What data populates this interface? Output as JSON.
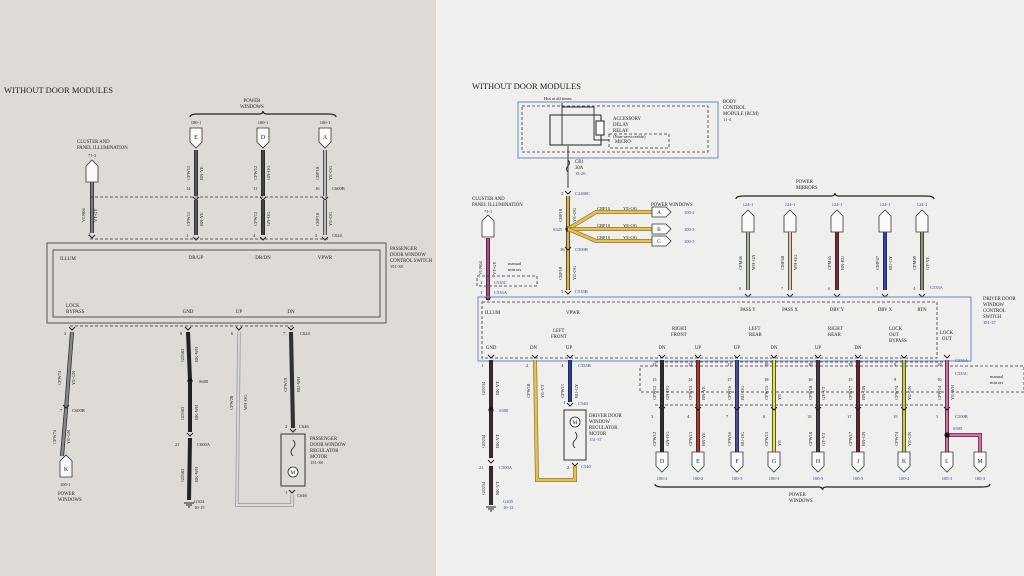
{
  "left_page": {
    "title": "WITHOUT DOOR MODULES",
    "cluster": {
      "label1": "CLUSTER AND",
      "label2": "PANEL ILLUMINATION",
      "ref": "71-3"
    },
    "power_windows_top": {
      "label1": "POWER",
      "label2": "WINDOWS"
    },
    "connectors_top": [
      {
        "letter": "E",
        "ref": "100-1",
        "upper_circuit": "CPW11",
        "upper_color": "BN-YE",
        "upper_pin": "14",
        "lower_circuit": "CPW11",
        "lower_color": "BN-YE",
        "lower_pin": "1",
        "switch_pin": "DR/UP"
      },
      {
        "letter": "D",
        "ref": "100-1",
        "upper_circuit": "CPW12",
        "upper_color": "GN-OG",
        "upper_pin": "11",
        "lower_circuit": "CPW12",
        "lower_color": "GN-OG",
        "lower_pin": "4",
        "switch_pin": "DR/DN"
      },
      {
        "letter": "A",
        "ref": "100-1",
        "upper_circuit": "CBP10",
        "upper_color": "YE-OG",
        "upper_pin": "16",
        "lower_circuit": "CBP10",
        "lower_color": "YE-OG",
        "lower_pin": "5",
        "switch_pin": "VPWR"
      }
    ],
    "upper_connector": "C600B",
    "switch_connector": "C624",
    "illum": {
      "circuit": "VLN04",
      "color": "VT-GY",
      "pin": "2",
      "switch_pin": "ILLUM"
    },
    "switch": {
      "name1": "PASSENGER",
      "name2": "DOOR WINDOW",
      "name3": "CONTROL SWITCH",
      "ref": "151-38"
    },
    "bottom_pins": [
      {
        "name": "LOCK",
        "name2": "BYPASS",
        "pin": "3"
      },
      {
        "name": "GND",
        "pin": "8"
      },
      {
        "name": "UP",
        "pin": "6"
      },
      {
        "name": "DN",
        "pin": "7"
      }
    ],
    "lock": {
      "circuit": "CPW74",
      "color": "YE-GN",
      "pin_mid": "7",
      "connector_mid": "C600B",
      "letter": "K",
      "ref": "100-1",
      "label1": "POWER",
      "label2": "WINDOWS"
    },
    "ground": {
      "circuit": "GD383",
      "color": "BK-WH",
      "splice": "S600",
      "pin": "21",
      "connector": "C600A",
      "ground": "G304",
      "ref": "10-15"
    },
    "up_wire": {
      "circuit": "CPW20",
      "color": "WH-OG"
    },
    "dn_wire": {
      "circuit": "CPW19",
      "color": "BU-WH"
    },
    "motor": {
      "name1": "PASSENGER",
      "name2": "DOOR WINDOW",
      "name3": "REGULATOR",
      "name4": "MOTOR",
      "ref": "151-38",
      "pin_top": "2",
      "pin_bottom": "1",
      "connector": "C646",
      "symbol": "M"
    }
  },
  "right_page": {
    "title": "WITHOUT DOOR MODULES",
    "bcm": {
      "hot": "Hot at all times",
      "relay1": "ACCESSORY",
      "relay2": "DELAY",
      "relay3": "RELAY",
      "relay4": "(Non-serviceable)",
      "micro": "MICRO",
      "cb1": "CB1",
      "cb2": "30A",
      "cb_ref": "13-26",
      "name1": "BODY",
      "name2": "CONTROL",
      "name3": "MODULE (BCM)",
      "ref": "11-4",
      "pin": "3",
      "connector": "C2280C"
    },
    "cluster": {
      "label1": "CLUSTER AND",
      "label2": "PANEL ILLUMINATION",
      "ref": "71-3",
      "circuit": "VLN04",
      "color": "VT-GY",
      "manual1": "manual",
      "manual2": "mirrors",
      "pin1": "1",
      "conn1": "C535C",
      "pin2": "1",
      "conn2": "C535A",
      "switch_pin": "ILLUM"
    },
    "feed": {
      "circuit": "CBP10",
      "color": "YE-OG",
      "splice": "S325",
      "pin1": "16",
      "conn1": "C500B",
      "pin2": "3",
      "conn2": "C535B",
      "switch_pin": "VPWR"
    },
    "power_windows_branch": {
      "title": "POWER WINDOWS",
      "branches": [
        {
          "circuit": "CBP10",
          "color": "YE-OG",
          "letter": "A",
          "ref": "100-2"
        },
        {
          "circuit": "CBP10",
          "color": "YE-OG",
          "letter": "B",
          "ref": "100-3"
        },
        {
          "circuit": "CBP10",
          "color": "YE-OG",
          "letter": "C",
          "ref": "100-3"
        }
      ]
    },
    "mirrors": {
      "label1": "POWER",
      "label2": "MIRRORS",
      "conn": "C535A",
      "items": [
        {
          "ref": "124-1",
          "circuit": "CPM46",
          "color": "WH-GN",
          "pin": "8",
          "switch_pin": "PASS Y",
          "hex": "#a9b7a4"
        },
        {
          "ref": "124-1",
          "circuit": "CMP48",
          "color": "WH-OG",
          "pin": "7",
          "switch_pin": "PASS X",
          "hex": "#e2c2a8"
        },
        {
          "ref": "124-1",
          "circuit": "CPM45",
          "color": "BN-BU",
          "pin": "6",
          "switch_pin": "DRV Y",
          "hex": "#7a2a3a"
        },
        {
          "ref": "124-1",
          "circuit": "CMP47",
          "color": "BU-GY",
          "pin": "5",
          "switch_pin": "DRV X",
          "hex": "#3445b3"
        },
        {
          "ref": "124-1",
          "circuit": "CPM09",
          "color": "GY-YE",
          "pin": "4",
          "switch_pin": "RTN",
          "hex": "#8c9676"
        }
      ]
    },
    "switch": {
      "name1": "DRIVER DOOR",
      "name2": "WINDOW",
      "name3": "CONTROL",
      "name4": "SWITCH",
      "ref": "151-37"
    },
    "groups": {
      "left_front": "LEFT FRONT",
      "right_front": "RIGHT FRONT",
      "left_rear": "LEFT REAR",
      "right_rear": "RIGHT REAR",
      "lock_bypass": "LOCK OUT BYPASS",
      "lock_out": "LOCK OUT"
    },
    "gnd": {
      "pin_name": "GND",
      "pin": "1",
      "circuit": "GD234",
      "color": "BK-VT",
      "splice": "S300",
      "pin2": "21",
      "conn": "C500A",
      "ground": "G205",
      "ref": "10-12"
    },
    "left_front_motor": {
      "dn_pin": "2",
      "dn_circuit": "CPW10",
      "dn_color": "YE-VT",
      "up_pin": "4",
      "up_circuit": "CPW11",
      "up_color": "BU-GY",
      "conn": "C535B",
      "motor_pin_top": "1",
      "motor_pin_bottom": "2",
      "motor_conn": "C540",
      "name1": "DRIVER DOOR",
      "name2": "WINDOW",
      "name3": "REGULATOR",
      "name4": "MOTOR",
      "ref": "151-37",
      "symbol": "M"
    },
    "manual_mirrors": {
      "label1": "manual",
      "label2": "mirrors",
      "conn1": "C535A",
      "conn2": "C535C",
      "conn3": "C500B"
    },
    "outputs": [
      {
        "dir": "DN",
        "pin1": "13",
        "pin2": "13",
        "circuit": "CPW12",
        "color": "GN-OG",
        "pin3": "3",
        "letter": "D",
        "ref": "100-2",
        "hex": "#2e2e2a"
      },
      {
        "dir": "UP",
        "pin1": "14",
        "pin2": "14",
        "circuit": "CPW13",
        "color": "BN-YE",
        "pin3": "4",
        "letter": "E",
        "ref": "100-2",
        "hex": "#b0372c"
      },
      {
        "dir": "UP",
        "pin1": "17",
        "pin2": "17",
        "circuit": "CPW16",
        "color": "BU-OG",
        "pin3": "7",
        "letter": "F",
        "ref": "100-3",
        "hex": "#4a4f9a"
      },
      {
        "dir": "DN",
        "pin1": "18",
        "pin2": "18",
        "circuit": "CPW15",
        "color": "YE",
        "pin3": "6",
        "letter": "G",
        "ref": "100-3",
        "hex": "#e9e04a"
      },
      {
        "dir": "UP",
        "pin1": "16",
        "pin2": "16",
        "circuit": "CPW18",
        "color": "GY-VT",
        "pin3": "18",
        "letter": "H",
        "ref": "100-3",
        "hex": "#4b3a48"
      },
      {
        "dir": "DN",
        "pin1": "15",
        "pin2": "15",
        "circuit": "CPW17",
        "color": "BN-GN",
        "pin3": "17",
        "letter": "J",
        "ref": "100-3",
        "hex": "#6a2530"
      },
      {
        "dir": "BYPASS",
        "pin1": "9",
        "pin2": "9",
        "circuit": "CPW74",
        "color": "YE-GN",
        "pin3": "19",
        "letter": "K",
        "ref": "100-2",
        "hex": "#c8cf48"
      },
      {
        "dir": "OUT",
        "pin1": "10",
        "pin2": "10",
        "circuit": "CPW14",
        "color": "YE-WH",
        "pin3": "5",
        "letter": "L",
        "ref": "100-3",
        "hex": "#d76fa6"
      },
      {
        "dir": "",
        "letter": "M",
        "ref": "100-3",
        "hex": "#d76fa6"
      }
    ],
    "splice_lm": "S305",
    "bottom_label1": "POWER",
    "bottom_label2": "WINDOWS"
  }
}
